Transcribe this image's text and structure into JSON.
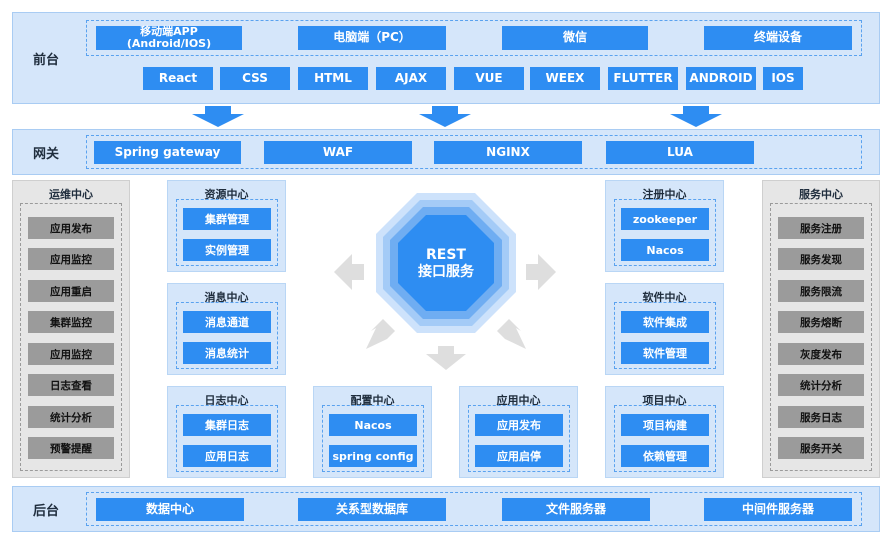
{
  "front": {
    "label": "前台",
    "clients": [
      "移动端APP\n(Android/IOS)",
      "电脑端（PC）",
      "微信",
      "终端设备"
    ],
    "techs": [
      "React",
      "CSS",
      "HTML",
      "AJAX",
      "VUE",
      "WEEX",
      "FLUTTER",
      "ANDROID",
      "IOS"
    ]
  },
  "gateway": {
    "label": "网关",
    "items": [
      "Spring gateway",
      "WAF",
      "NGINX",
      "LUA"
    ]
  },
  "ops": {
    "title": "运维中心",
    "items": [
      "应用发布",
      "应用监控",
      "应用重启",
      "集群监控",
      "应用监控",
      "日志查看",
      "统计分析",
      "预警提醒"
    ]
  },
  "service": {
    "title": "服务中心",
    "items": [
      "服务注册",
      "服务发现",
      "服务限流",
      "服务熔断",
      "灰度发布",
      "统计分析",
      "服务日志",
      "服务开关"
    ]
  },
  "resource": {
    "title": "资源中心",
    "items": [
      "集群管理",
      "实例管理"
    ]
  },
  "message": {
    "title": "消息中心",
    "items": [
      "消息通道",
      "消息统计"
    ]
  },
  "log": {
    "title": "日志中心",
    "items": [
      "集群日志",
      "应用日志"
    ]
  },
  "config": {
    "title": "配置中心",
    "items": [
      "Nacos",
      "spring config"
    ]
  },
  "app": {
    "title": "应用中心",
    "items": [
      "应用发布",
      "应用启停"
    ]
  },
  "registry": {
    "title": "注册中心",
    "items": [
      "zookeeper",
      "Nacos"
    ]
  },
  "software": {
    "title": "软件中心",
    "items": [
      "软件集成",
      "软件管理"
    ]
  },
  "project": {
    "title": "项目中心",
    "items": [
      "项目构建",
      "依赖管理"
    ]
  },
  "core": {
    "line1": "REST",
    "line2": "接口服务"
  },
  "back": {
    "label": "后台",
    "items": [
      "数据中心",
      "关系型数据库",
      "文件服务器",
      "中间件服务器"
    ]
  },
  "colors": {
    "primary": "#2e8df2",
    "band": "#d5e6fa",
    "grey_item": "#9b9b9b",
    "grey_panel": "#e6e6e6"
  }
}
